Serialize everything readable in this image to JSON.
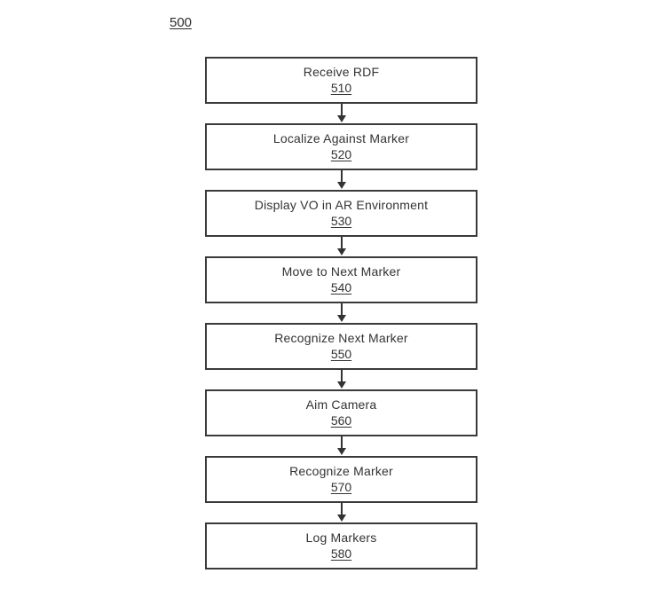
{
  "figure_label": "500",
  "colors": {
    "background": "#ffffff",
    "line": "#333333",
    "text": "#333333"
  },
  "flowchart": {
    "direction": "top-to-bottom",
    "steps": [
      {
        "label": "Receive RDF",
        "ref": "510"
      },
      {
        "label": "Localize Against Marker",
        "ref": "520"
      },
      {
        "label": "Display VO in AR Environment",
        "ref": "530"
      },
      {
        "label": "Move to Next Marker",
        "ref": "540"
      },
      {
        "label": "Recognize Next Marker",
        "ref": "550"
      },
      {
        "label": "Aim Camera",
        "ref": "560"
      },
      {
        "label": "Recognize Marker",
        "ref": "570"
      },
      {
        "label": "Log Markers",
        "ref": "580"
      }
    ]
  }
}
